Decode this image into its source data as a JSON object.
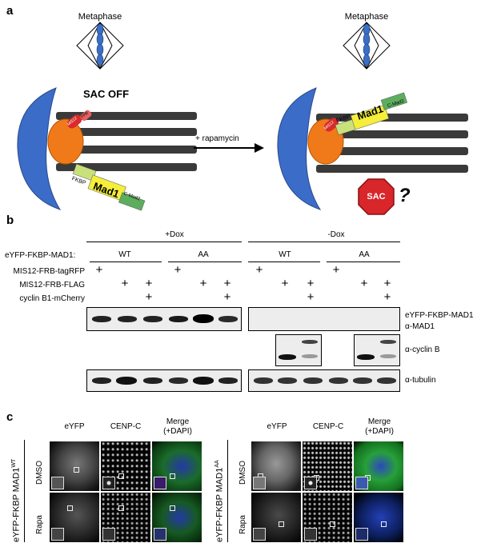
{
  "panel_a": {
    "label": "a",
    "left_title": "Metaphase",
    "right_title": "Metaphase",
    "sac_off": "SAC OFF",
    "arrow_label": "+ rapamycin",
    "mis12": "MIS12",
    "frb": "FRB",
    "fkbp": "FKBP",
    "mad1": "Mad1",
    "cmad2": "C-Mad2",
    "sac": "SAC",
    "question": "?"
  },
  "panel_b": {
    "label": "b",
    "plus_dox": "+Dox",
    "minus_dox": "-Dox",
    "construct_label": "eYFP-FKBP-MAD1:",
    "wt1": "WT",
    "aa1": "AA",
    "wt2": "WT",
    "aa2": "AA",
    "row_tagrfp": "MIS12-FRB-tagRFP",
    "row_flag": "MIS12-FRB-FLAG",
    "row_cyclin": "cyclin B1-mCherry",
    "plus": "+",
    "blot_mad1_name": "eYFP-FKBP-MAD1",
    "blot_mad1_ab": "α-MAD1",
    "blot_cyclin_ab": "α-cyclin B",
    "blot_tubulin_ab": "α-tubulin"
  },
  "panel_c": {
    "label": "c",
    "col_eyfp": "eYFP",
    "col_cenpc": "CENP-C",
    "col_merge": "Merge",
    "col_merge2": "(+DAPI)",
    "col_eyfp_r": "eYFP",
    "col_cenpc_r": "CENP-C",
    "col_merge_r": "Merge",
    "col_merge2_r": "(+DAPI)",
    "row_dmso": "DMSO",
    "row_rapa": "Rapa",
    "row_dmso_r": "DMSO",
    "row_rapa_r": "Rapa",
    "group_left": "eYFP-FKBP MAD1",
    "group_left_sup": "WT",
    "group_right": "eYFP-FKBP MAD1",
    "group_right_sup": "AA"
  }
}
